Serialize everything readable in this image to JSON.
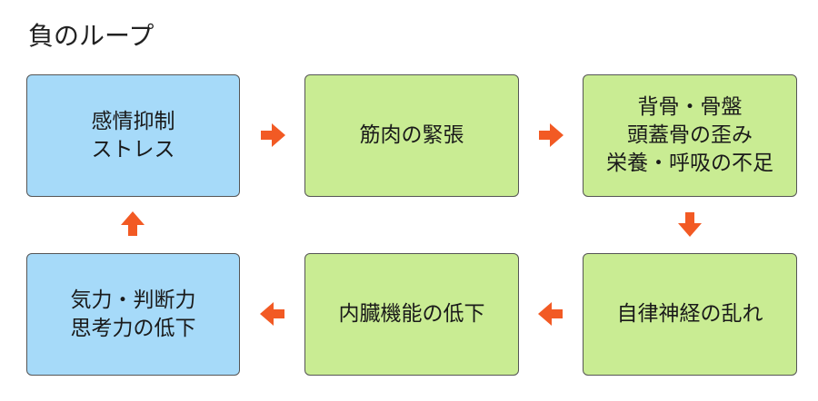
{
  "title": "負のループ",
  "colors": {
    "blue_box": "#a6daf9",
    "green_box": "#c9ec93",
    "arrow": "#f25a24"
  },
  "boxes": {
    "emotion": {
      "lines": [
        "感情抑制",
        "ストレス"
      ],
      "color": "blue"
    },
    "muscle": {
      "lines": [
        "筋肉の緊張"
      ],
      "color": "green"
    },
    "spine": {
      "lines": [
        "背骨・骨盤",
        "頭蓋骨の歪み",
        "栄養・呼吸の不足"
      ],
      "color": "green"
    },
    "autonomic": {
      "lines": [
        "自律神経の乱れ"
      ],
      "color": "green"
    },
    "organ": {
      "lines": [
        "内臓機能の低下"
      ],
      "color": "green"
    },
    "energy": {
      "lines": [
        "気力・判断力",
        "思考力の低下"
      ],
      "color": "blue"
    }
  },
  "arrows": {
    "emotion_to_muscle": "right-arrow-icon",
    "muscle_to_spine": "right-arrow-icon",
    "spine_to_autonomic": "down-arrow-icon",
    "autonomic_to_organ": "left-arrow-icon",
    "organ_to_energy": "left-arrow-icon",
    "energy_to_emotion": "up-arrow-icon"
  }
}
